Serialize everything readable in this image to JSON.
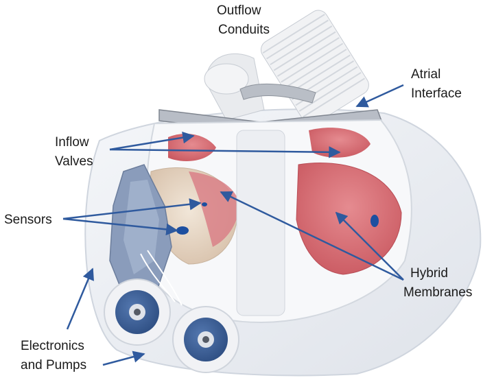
{
  "labels": {
    "outflow_conduits": [
      "Outflow",
      "Conduits"
    ],
    "atrial_interface": [
      "Atrial",
      "Interface"
    ],
    "inflow_valves": [
      "Inflow",
      "Valves"
    ],
    "sensors": "Sensors",
    "hybrid_membranes": [
      "Hybrid",
      "Membranes"
    ],
    "electronics_pumps": [
      "Electronics",
      "and Pumps"
    ]
  },
  "colors": {
    "arrow": "#2f5a9e",
    "housing": "#eef0f3",
    "membrane_pink": "#d9727a",
    "membrane_beige": "#e8d9c8",
    "electronics_blue": "#7f93b3",
    "pump_blue": "#3a5e97",
    "sensor_blue": "#1d4fa0"
  }
}
